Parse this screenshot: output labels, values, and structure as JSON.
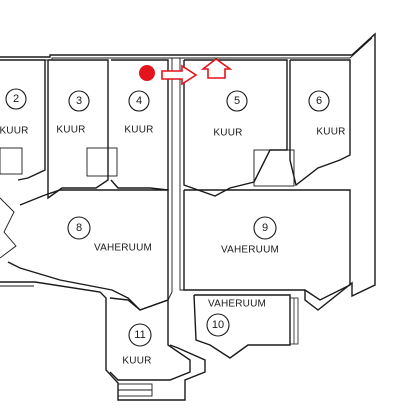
{
  "colors": {
    "marker": "#e3141b",
    "arrow": "#e3141b",
    "wall": "#1a1a1a"
  },
  "location_marker": {
    "icon": "red-dot-marker-icon"
  },
  "direction_arrows": {
    "right_icon": "arrow-right-outline-icon",
    "up_icon": "arrow-up-outline-icon"
  },
  "rooms": [
    {
      "id": "room-2",
      "number": "2",
      "label": "KUUR"
    },
    {
      "id": "room-3",
      "number": "3",
      "label": "KUUR"
    },
    {
      "id": "room-4",
      "number": "4",
      "label": "KUUR"
    },
    {
      "id": "room-5",
      "number": "5",
      "label": "KUUR"
    },
    {
      "id": "room-6",
      "number": "6",
      "label": "KUUR"
    },
    {
      "id": "room-8",
      "number": "8",
      "label": "VAHERUUM"
    },
    {
      "id": "room-9",
      "number": "9",
      "label": "VAHERUUM"
    },
    {
      "id": "room-10",
      "number": "10",
      "label": "VAHERUUM"
    },
    {
      "id": "room-11",
      "number": "11",
      "label": "KUUR"
    }
  ]
}
